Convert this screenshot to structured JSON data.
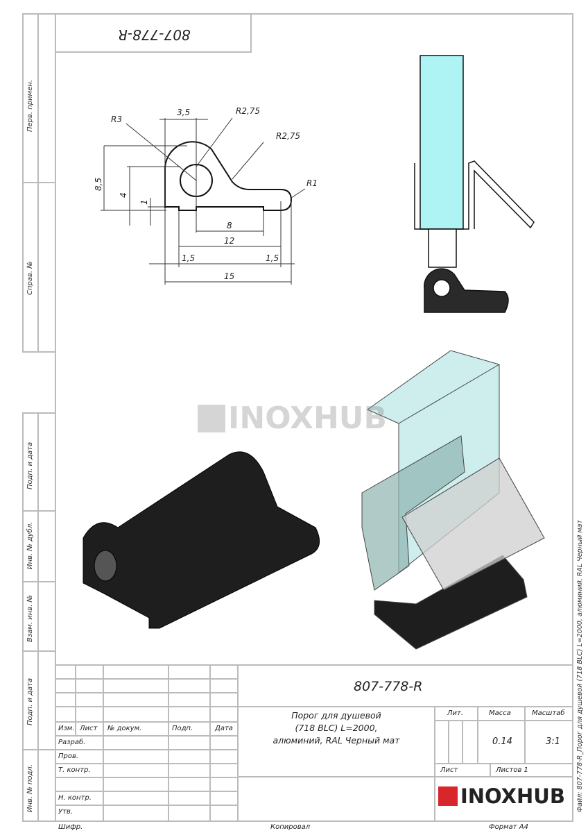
{
  "drawing": {
    "number": "807-778-R",
    "number_rotated": "807-778-R"
  },
  "dimensions": {
    "d35": "3,5",
    "r275a": "R2,75",
    "r3": "R3",
    "r275b": "R2,75",
    "r1": "R1",
    "h85": "8,5",
    "h4": "4",
    "h1": "1",
    "w8": "8",
    "w12": "12",
    "w15a": "1,5",
    "w15b": "1,5",
    "w15": "15"
  },
  "watermark": "INOXHUB",
  "left_strip": [
    "Перв. примен.",
    "Справ. №",
    "Подп. и дата",
    "Инв. № дубл.",
    "Взам. инв. №",
    "Подп. и дата",
    "Инв. № подл."
  ],
  "title_block": {
    "headers": {
      "izm": "Изм.",
      "list": "Лист",
      "doc": "№ докум.",
      "podp": "Подп.",
      "date": "Дата"
    },
    "roles": [
      "Разраб.",
      "Пров.",
      "Т. контр.",
      "Н. контр.",
      "Утв."
    ],
    "number": "807-778-R",
    "name_lines": [
      "Порог для душевой",
      "(718 BLC) L=2000,",
      "алюминий, RAL Черный мат"
    ],
    "lit": "Лит.",
    "mass_label": "Масса",
    "scale_label": "Масштаб",
    "mass": "0.14",
    "scale": "3:1",
    "sheet": "Лист",
    "sheets": "Листов 1",
    "logo": "INOXHUB"
  },
  "footer": {
    "cipher": "Шифр.",
    "copied": "Копировал",
    "format": "Формат А4"
  },
  "side_file": "Файл: 807-778-R_Порог для душевой (718 BLC) L=2000, алюминий, RAL Черный мат",
  "colors": {
    "logo_red": "#d8262b",
    "glass": "#aef4f4",
    "profile": "#2a2a2a"
  }
}
